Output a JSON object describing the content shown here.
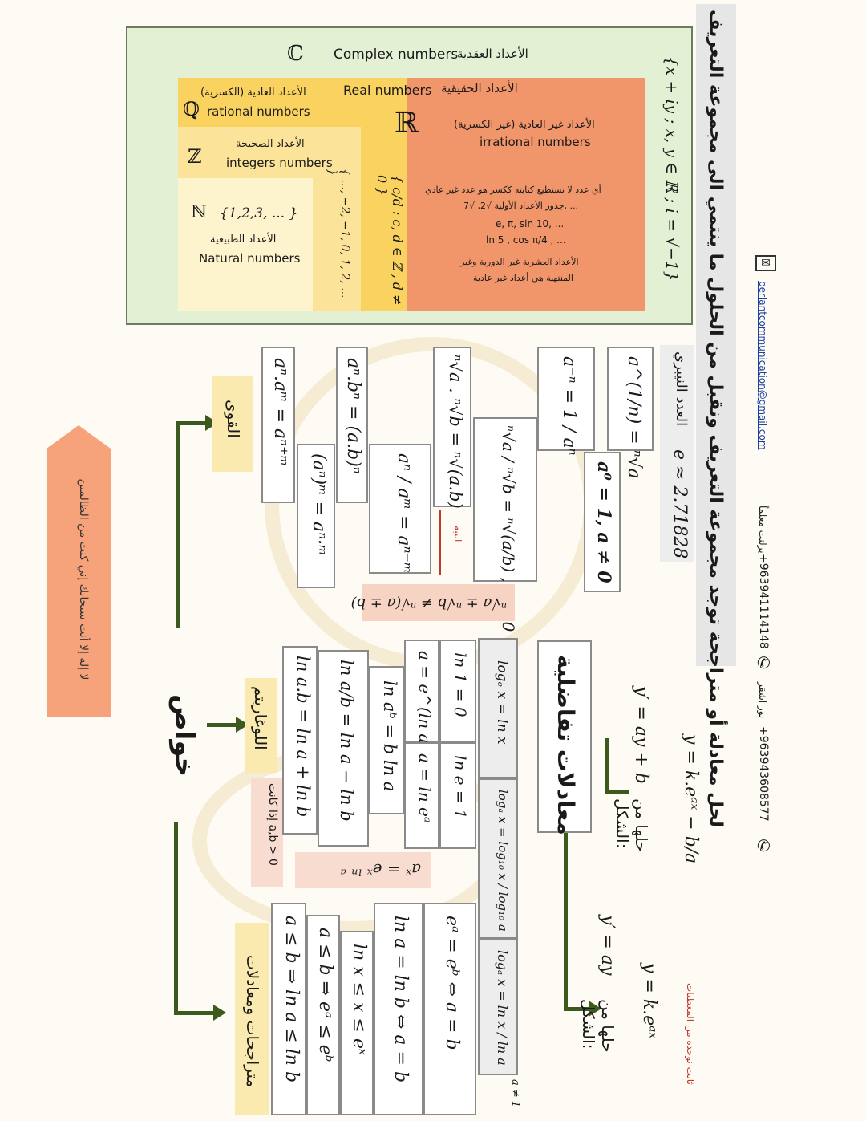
{
  "banner": {
    "text": "لحل معادلة أو متراجحة توجد مجموعة التعريف ونقبل من الحلول ما ينتمي الى مجموعة التعريف",
    "email": "berlantcommunication@gmail.com",
    "phone1": "+963941114148",
    "phone2": "+963943608577",
    "name1": "برلنت معلماً",
    "name2": "نور اشقر"
  },
  "sets": {
    "complex_symbol": "ℂ",
    "complex_en": "Complex numbers",
    "complex_ar": "الأعداد العقدية",
    "complex_def": "{x + iy ;  x, y ∈ ℝ ; i = √−1}",
    "real_symbol": "ℝ",
    "real_en": "Real numbers",
    "real_ar": "الأعداد الحقيقية",
    "rational_symbol": "ℚ",
    "rational_en": "rational numbers",
    "rational_ar": "الأعداد العادية (الكسرية)",
    "rational_def": "{ c/d : c, d ∈ ℤ , d ≠ 0 }",
    "integer_symbol": "ℤ",
    "integer_en": "integers numbers",
    "integer_ar": "الأعداد الصحيحة",
    "integer_def": "{ ..., −2, −1, 0, 1, 2, ... }",
    "natural_symbol": "ℕ",
    "natural_set": "{1,2,3, ... }",
    "natural_ar": "الأعداد الطبيعية",
    "natural_en": "Natural numbers",
    "irrational_ar": "الأعداد غير العادية (غير الكسرية)",
    "irrational_en": "irrational numbers",
    "irrational_lines": [
      "أي عدد لا نستطيع كتابته ككسر هو عدد غير عادي",
      "جذور الأعداد الأولية √2, √7, ...",
      "e, π, sin 10, ...",
      "ln 5 , cos π/4 , ...",
      "الأعداد العشرية غير الدورية وغير",
      "المنتهية هي أعداد غير عادية"
    ]
  },
  "titles": {
    "main": "خواص",
    "powers": "القوى",
    "logs": "اللوغاريتم",
    "ineq": "متراجحات ومعادلات",
    "diff": "معادلات تفاضلية",
    "quote": "لا إله إلا أنت سبحانك إني كنت من الظالمين",
    "condition": "إذا كانت a,b > 0",
    "note": "انتبه",
    "constant_note": "ثابت نوجده من المعطيات"
  },
  "powers": {
    "p1": "aⁿ.aᵐ = aⁿ⁺ᵐ",
    "p2": "(aⁿ)ᵐ = aⁿ·ᵐ",
    "p3": "aⁿ.bⁿ = (a.b)ⁿ",
    "p4": "aⁿ / aᵐ = aⁿ⁻ᵐ",
    "p5": "ⁿ√a . ⁿ√b = ⁿ√(a.b)",
    "p6": "ⁿ√a / ⁿ√b = ⁿ√(a/b) , b ≠ 0",
    "p7": "a⁻ⁿ = 1 / aⁿ",
    "p8": "a⁰ = 1, a ≠ 0",
    "p9": "a^(1/n) = ⁿ√a",
    "warning": "ⁿ√a ± ⁿ√b ≠ ⁿ√(a ± b)",
    "euler": "e ≈ 2.71828",
    "euler_ar": "العدد النيبري"
  },
  "logs": {
    "l1": "ln a.b = ln a + ln b",
    "l2": "ln a/b = ln a − ln b",
    "l3": "ln aᵇ = b ln a",
    "l4": "a = e^(ln a)",
    "l5": "a = ln eᵃ",
    "l6": "ln 1 = 0",
    "l7": "ln e = 1",
    "l8": "logₑ x = ln x",
    "l9": "logₐ x = log₁₀ x / log₁₀ a",
    "l10": "logₐ x = ln x / ln a",
    "l11": "a ≠ 1",
    "ax": "aˣ = eˣ ˡⁿ ᵃ"
  },
  "ineq": {
    "i1": "a ≤ b ⇒ ln a ≤ ln b",
    "i2": "a ≤ b ⇒ eᵃ ≤ eᵇ",
    "i3": "ln x ≤ x ≤ eˣ",
    "i4": "ln a = ln b ⇔ a = b",
    "i5": "eᵃ = eᵇ ⇔ a = b"
  },
  "diff": {
    "d1_form": "y′ = ay",
    "d1_label": "حلها من الشكل:",
    "d1_sol": "y = k.eᵃˣ",
    "d2_form": "y′ = ay + b",
    "d2_label": "حلها من الشكل:",
    "d2_sol": "y = k.eᵃˣ − b/a"
  }
}
